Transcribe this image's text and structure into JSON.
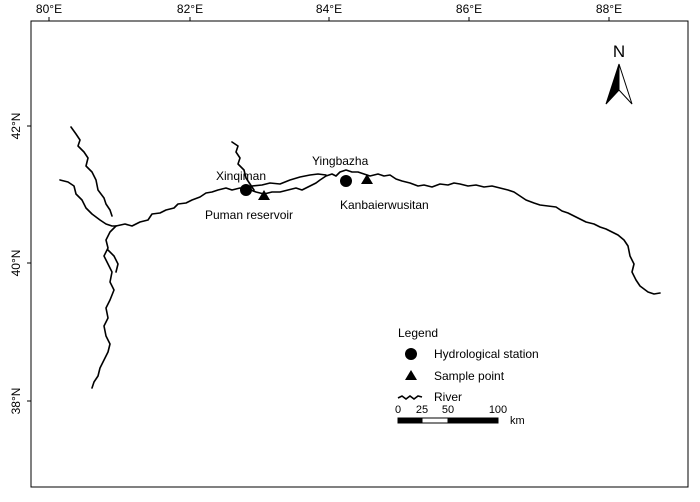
{
  "axes": {
    "x_ticks": [
      "80°E",
      "82°E",
      "84°E",
      "86°E",
      "88°E"
    ],
    "y_ticks": [
      "42°N",
      "40°N",
      "38°N"
    ]
  },
  "north_arrow": {
    "label": "N",
    "icon": "north-arrow-icon"
  },
  "places": {
    "xinqiman": "Xinqiman",
    "yingbazha": "Yingbazha",
    "puman": "Puman reservoir",
    "kanbaierwusitan": "Kanbaierwusitan"
  },
  "legend": {
    "title": "Legend",
    "hydro": "Hydrological station",
    "sample": "Sample point",
    "river": "River"
  },
  "scale": {
    "labels": [
      "0",
      "25",
      "50",
      "100"
    ],
    "unit": "km"
  }
}
